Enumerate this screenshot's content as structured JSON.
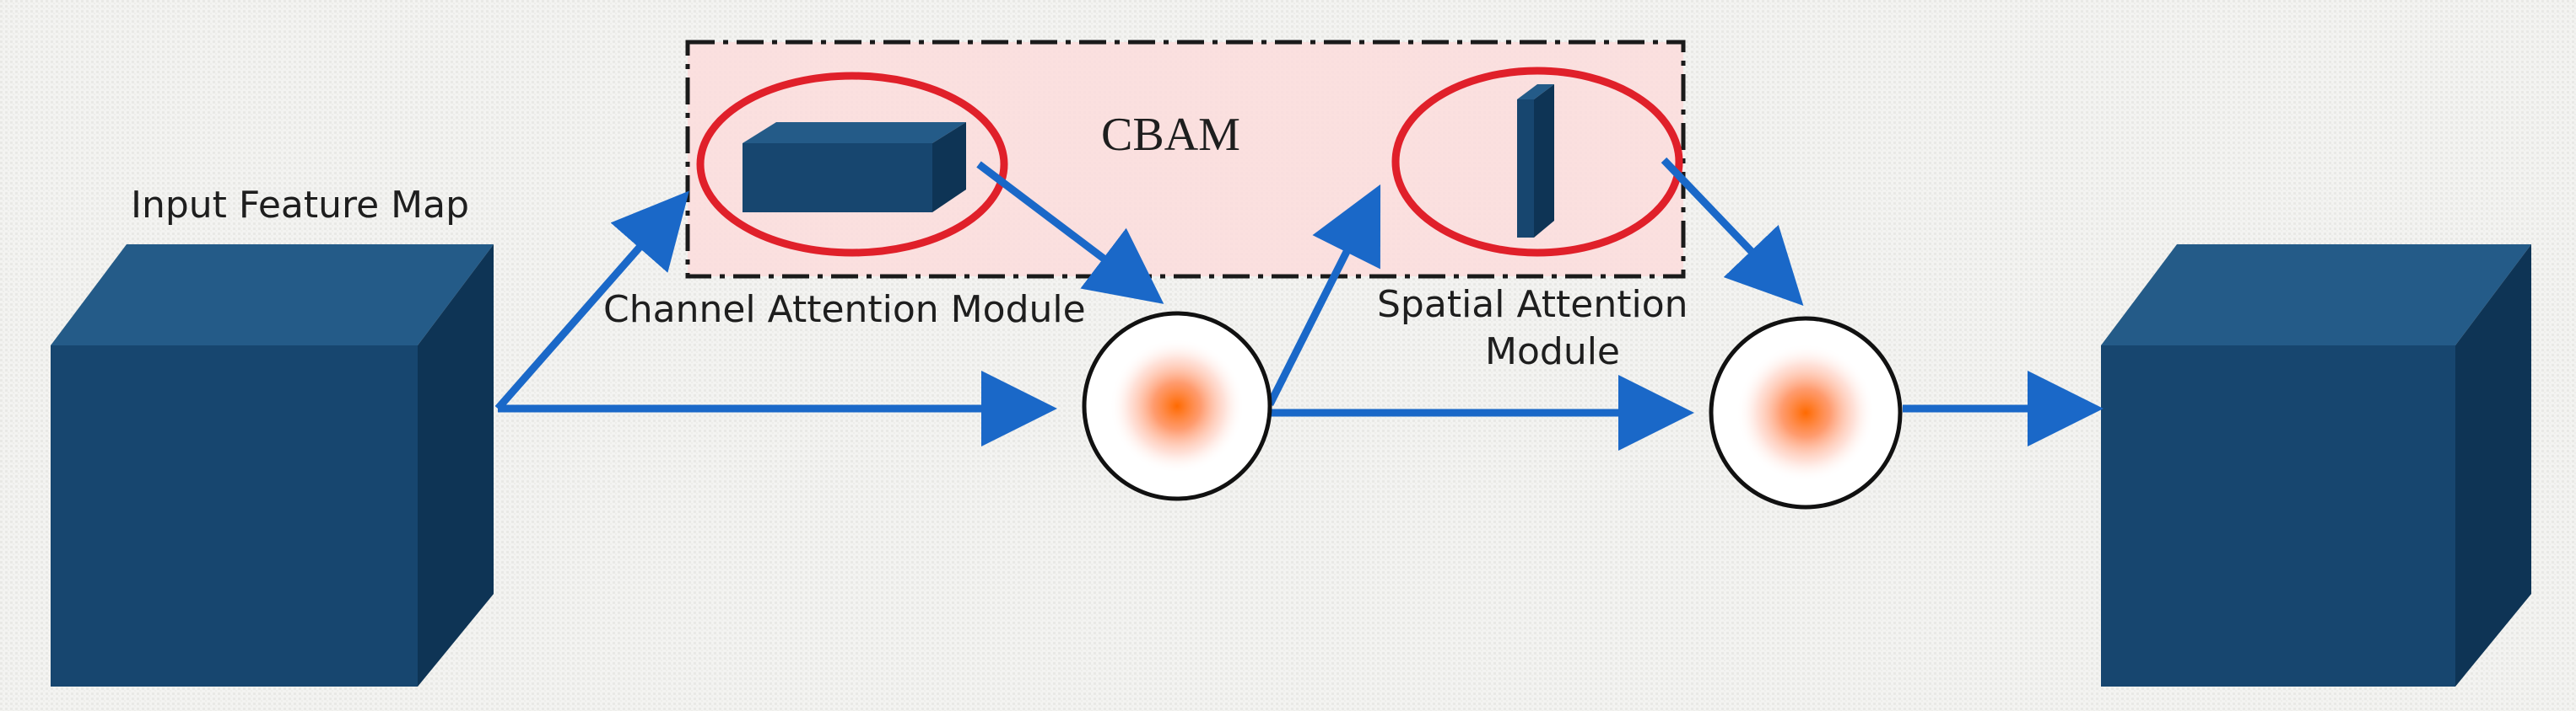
{
  "labels": {
    "input": "Input Feature Map",
    "cbam": "CBAM",
    "channel": "Channel Attention Module",
    "spatial_line1": "Spatial Attention",
    "spatial_line2": "Module"
  },
  "colors": {
    "cube_front": "#17466f",
    "cube_top": "#245b88",
    "cube_side": "#0e3455",
    "arrow": "#1a68c8",
    "ellipse": "#e0202a",
    "cbam_fill": "#fbdcdc",
    "cbam_border": "#1a1a1a",
    "multiplier_glow": "#ff6a00",
    "background": "#f2f2f0"
  },
  "icons": [
    "cube",
    "channel-bar",
    "spatial-slab",
    "multiply-node"
  ]
}
